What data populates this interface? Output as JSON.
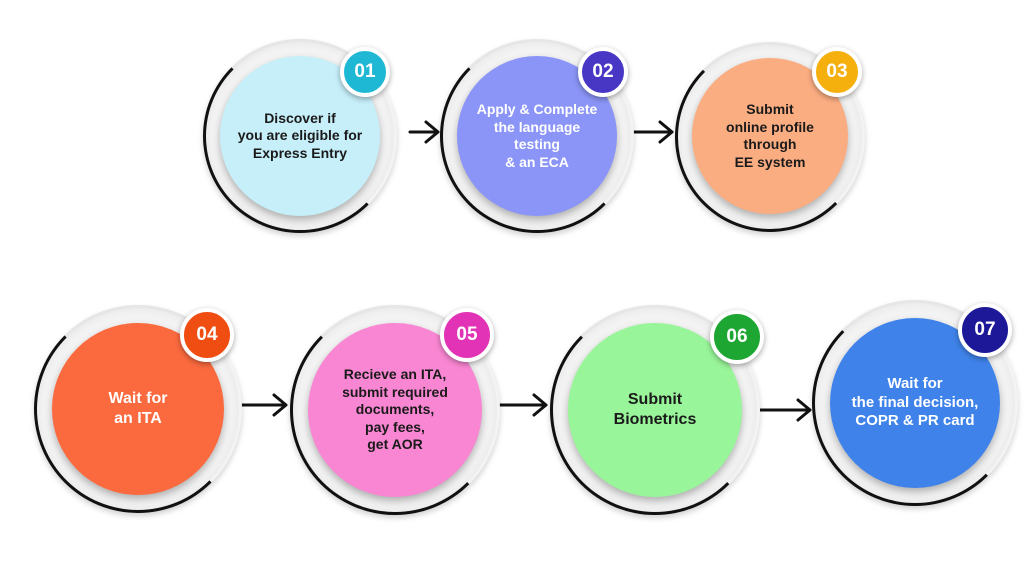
{
  "steps": [
    {
      "number": "01",
      "text": "Discover if\nyou are eligible for\nExpress Entry",
      "disc_color": "#c6effa",
      "badge_color": "#1fb8d4",
      "text_color": "#1a1a1a"
    },
    {
      "number": "02",
      "text": "Apply & Complete\nthe language testing\n& an ECA",
      "disc_color": "#8b95f7",
      "badge_color": "#4737c4",
      "text_color": "#ffffff"
    },
    {
      "number": "03",
      "text": "Submit\nonline profile\nthrough\nEE system",
      "disc_color": "#fbad82",
      "badge_color": "#f5b00d",
      "text_color": "#1a1a1a"
    },
    {
      "number": "04",
      "text": "Wait for\nan ITA",
      "disc_color": "#fb6a3e",
      "badge_color": "#f04d12",
      "text_color": "#ffffff"
    },
    {
      "number": "05",
      "text": "Recieve an ITA,\nsubmit required\ndocuments,\npay fees,\nget AOR",
      "disc_color": "#f986d2",
      "badge_color": "#e233b6",
      "text_color": "#1a1a1a"
    },
    {
      "number": "06",
      "text": "Submit\nBiometrics",
      "disc_color": "#99f599",
      "badge_color": "#1ea632",
      "text_color": "#1a1a1a"
    },
    {
      "number": "07",
      "text": "Wait for\nthe final decision,\nCOPR & PR card",
      "disc_color": "#3f83ea",
      "badge_color": "#1c1898",
      "text_color": "#ffffff"
    }
  ]
}
